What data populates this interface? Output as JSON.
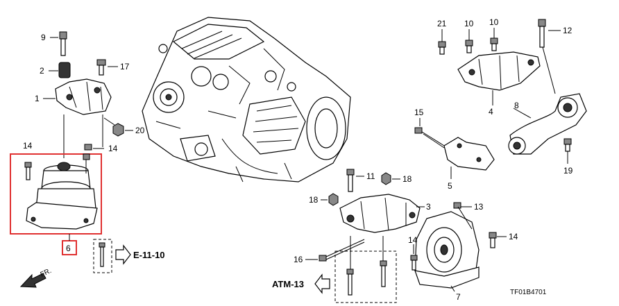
{
  "callouts": {
    "c9": "9",
    "c2": "2",
    "c17": "17",
    "c1": "1",
    "c20": "20",
    "c14a": "14",
    "c14b": "14",
    "c6_hl": "6",
    "ref_e": "E-11-10",
    "c21": "21",
    "c10a": "10",
    "c10b": "10",
    "c12": "12",
    "c8": "8",
    "c4": "4",
    "c15": "15",
    "c5": "5",
    "c19": "19",
    "c11": "11",
    "c18a": "18",
    "c18b": "18",
    "c3": "3",
    "c13": "13",
    "c16": "16",
    "c14c": "14",
    "c14d": "14",
    "c7": "7",
    "ref_atm": "ATM-13",
    "fr": "FR.",
    "figure_code": "TF01B4701"
  },
  "colors": {
    "highlight": "#e03030",
    "line": "#000000",
    "background": "#ffffff"
  }
}
